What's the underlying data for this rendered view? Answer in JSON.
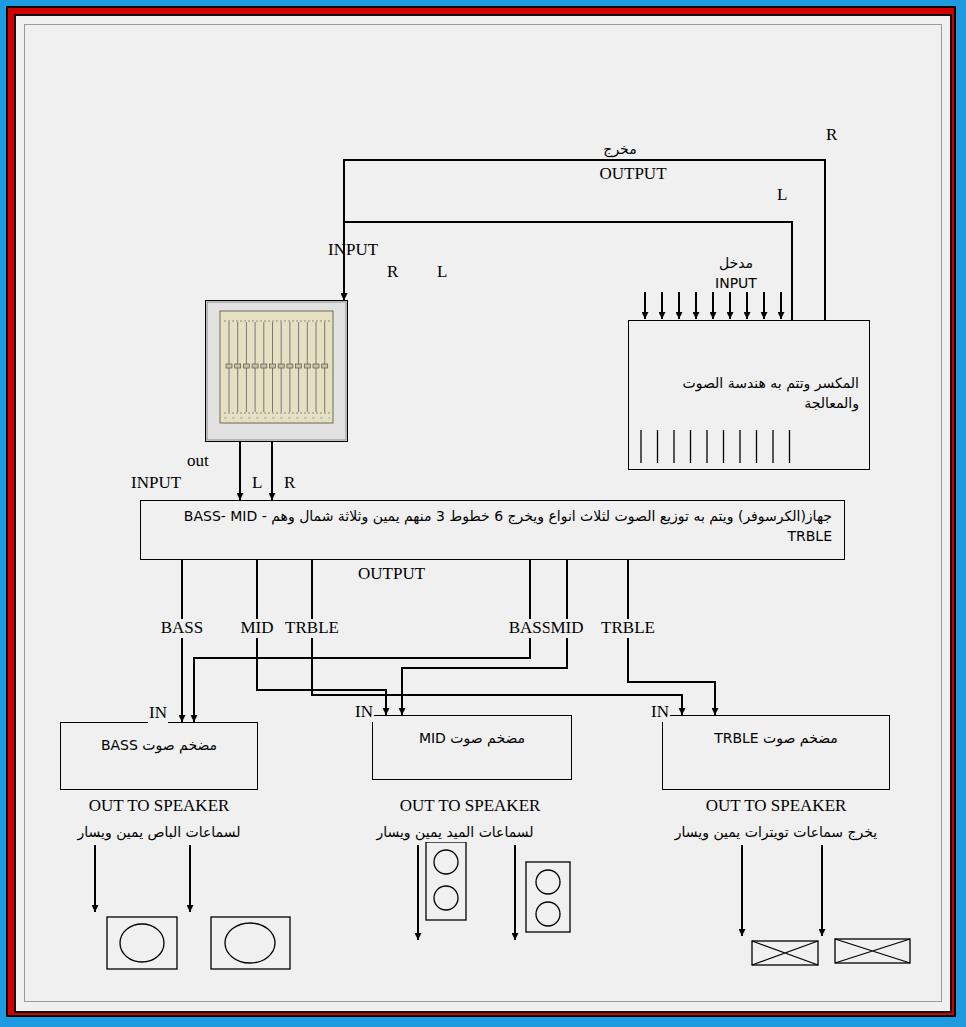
{
  "diagram": {
    "nodes": [
      {
        "text": [
          "INPUT"
        ]
      },
      {
        "text": [
          "مدخل INPUT",
          "المكسر وتتم به هندسة الصوت والمعالجة"
        ]
      },
      {
        "text": [
          "جهاز(الكرسوفر) ويتم به توزيع الصوت لثلاث انواع ويخرج 6 خطوط 3 منهم يمين وثلاثة شمال وهم BASS- MID - TRBLE",
          "OUTPUT"
        ]
      },
      {
        "text": [
          "مضخم صوت BASS"
        ]
      },
      {
        "text": [
          "مضخم صوت MID"
        ]
      },
      {
        "text": [
          "مضخم صوت TRBLE"
        ]
      }
    ],
    "edges": [
      {
        "from": 1,
        "to": 0,
        "arrow": "to",
        "label": "R"
      },
      {
        "from": 1,
        "to": 0,
        "arrow": "to",
        "label": "L"
      },
      {
        "from": 0,
        "to": 2,
        "arrow": "to",
        "label": "L"
      },
      {
        "from": 0,
        "to": 2,
        "arrow": "to",
        "label": "R"
      },
      {
        "from": 2,
        "to": 3,
        "arrow": "to",
        "label": "BASS"
      },
      {
        "from": 2,
        "to": 3,
        "arrow": "to",
        "label": "BASS"
      },
      {
        "from": 2,
        "to": 4,
        "arrow": "to",
        "label": "MID"
      },
      {
        "from": 2,
        "to": 4,
        "arrow": "to",
        "label": "MID"
      },
      {
        "from": 2,
        "to": 5,
        "arrow": "to",
        "label": "TRBLE"
      },
      {
        "from": 2,
        "to": 5,
        "arrow": "to",
        "label": "TRBLE"
      }
    ],
    "labels": [
      "مخرج",
      "OUTPUT",
      "R",
      "L",
      "out",
      "INPUT",
      "IN",
      "IN",
      "IN",
      "OUT TO SPEAKER",
      "لسماعات الباص يمين ويسار",
      "OUT TO SPEAKER",
      "لسماعات الميد يمين ويسار",
      "OUT TO SPEAKER",
      "يخرج سماعات تويترات يمين ويسار"
    ]
  }
}
